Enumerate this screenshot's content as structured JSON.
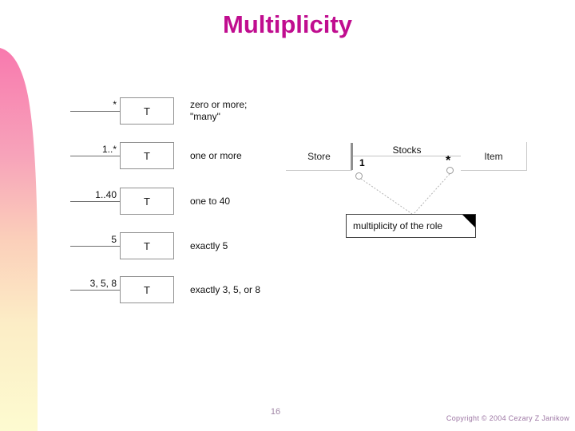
{
  "slide": {
    "title": "Multiplicity",
    "page_number": "16",
    "copyright": "Copyright © 2004 Cezary Z Janikow"
  },
  "colors": {
    "title": "#c00d8f",
    "footer_text": "#9c75a3",
    "accent_top_pink": "#f879ae",
    "accent_bottom_yellow": "#fdfbd0",
    "note_fold": "#000000",
    "association_line": "#c4c4c4"
  },
  "box_label": "T",
  "notation_rows": [
    {
      "label": "*",
      "desc1": "zero or more;",
      "desc2": "\"many\""
    },
    {
      "label": "1..*",
      "desc1": "one or more"
    },
    {
      "label": "1..40",
      "desc1": "one to 40"
    },
    {
      "label": "5",
      "desc1": "exactly 5"
    },
    {
      "label": "3, 5, 8",
      "desc1": "exactly 3, 5, or 8"
    }
  ],
  "association": {
    "left_class": "Store",
    "name": "Stocks",
    "left_multiplicity": "1",
    "right_multiplicity": "*",
    "right_class": "Item",
    "note": "multiplicity of the role"
  }
}
